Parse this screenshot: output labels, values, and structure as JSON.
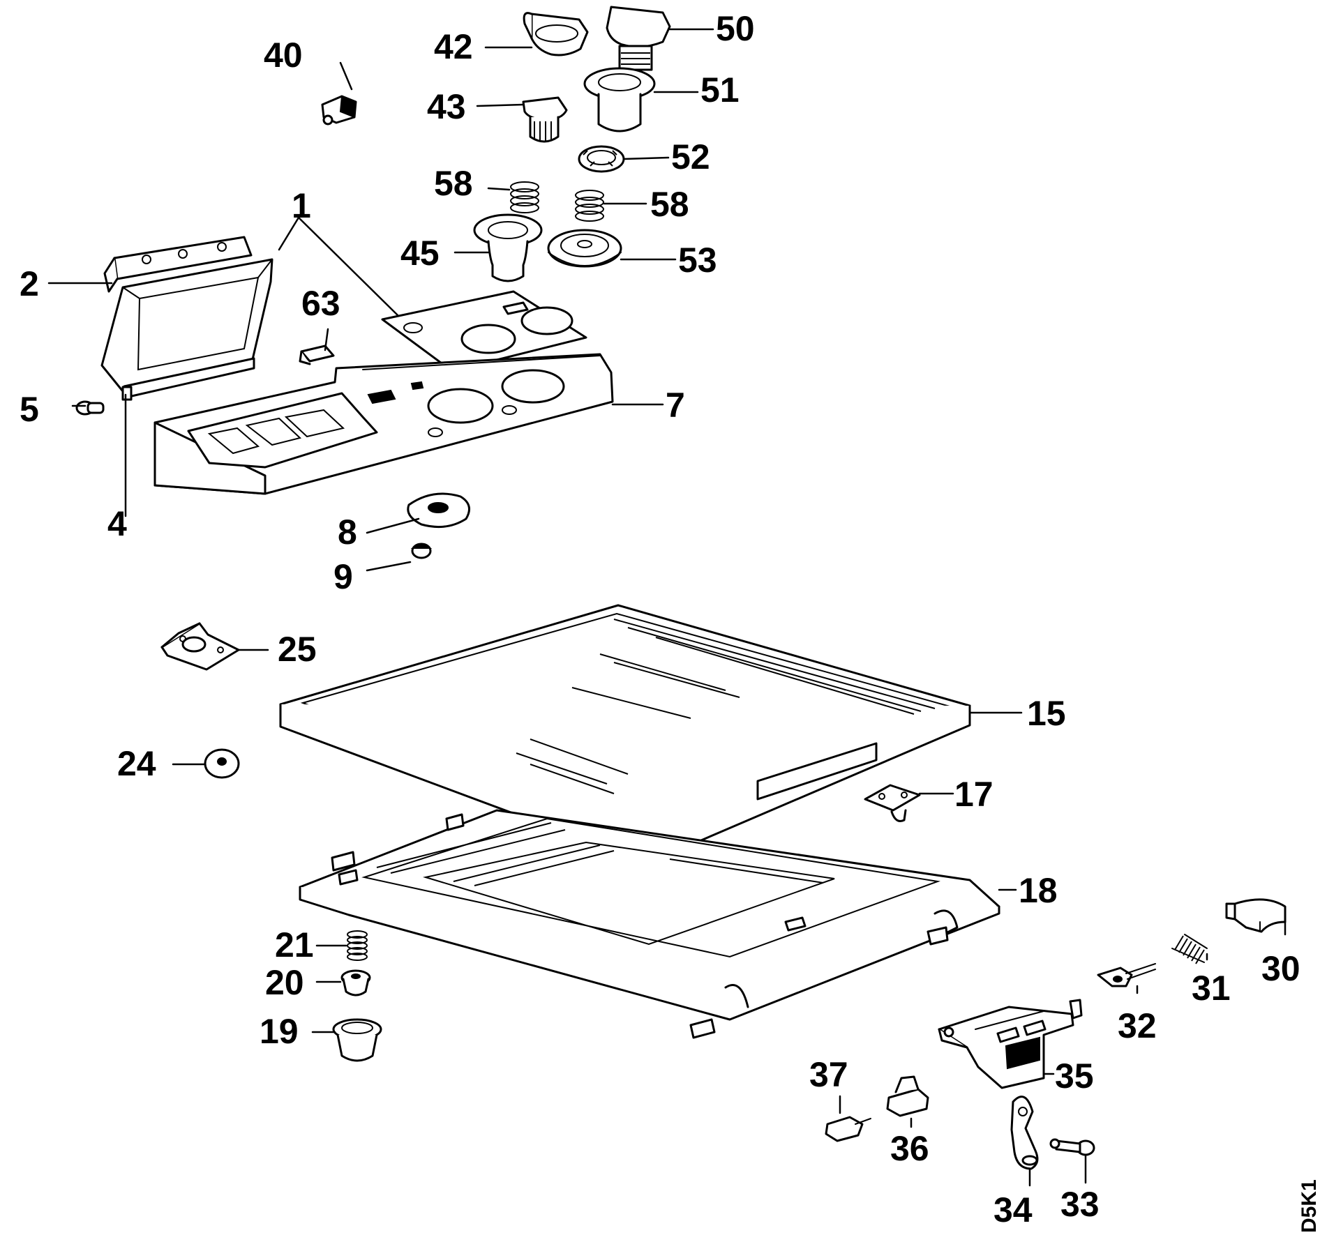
{
  "diagram": {
    "drawing_code": "D5K1",
    "callouts": {
      "c1": "1",
      "c2": "2",
      "c4": "4",
      "c5": "5",
      "c7": "7",
      "c8": "8",
      "c9": "9",
      "c15": "15",
      "c17": "17",
      "c18": "18",
      "c19": "19",
      "c20": "20",
      "c21": "21",
      "c24": "24",
      "c25": "25",
      "c30": "30",
      "c31": "31",
      "c32": "32",
      "c33": "33",
      "c34": "34",
      "c35": "35",
      "c36": "36",
      "c37": "37",
      "c40": "40",
      "c42": "42",
      "c43": "43",
      "c45": "45",
      "c50": "50",
      "c51": "51",
      "c52": "52",
      "c58a": "58",
      "c58b": "58",
      "c53": "53",
      "c63": "63"
    }
  }
}
